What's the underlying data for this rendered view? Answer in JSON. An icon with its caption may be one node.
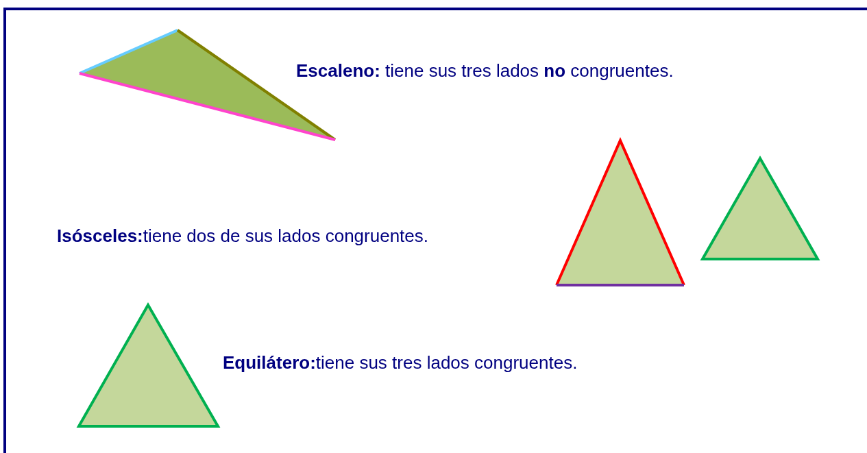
{
  "diagram": {
    "labels": [
      "**Escaleno:** tiene sus tres lados **no** congruentes.",
      "**Isósceles:**tiene dos de sus lados congruentes.",
      "**Equilátero:**tiene sus tres lados congruentes."
    ]
  }
}
